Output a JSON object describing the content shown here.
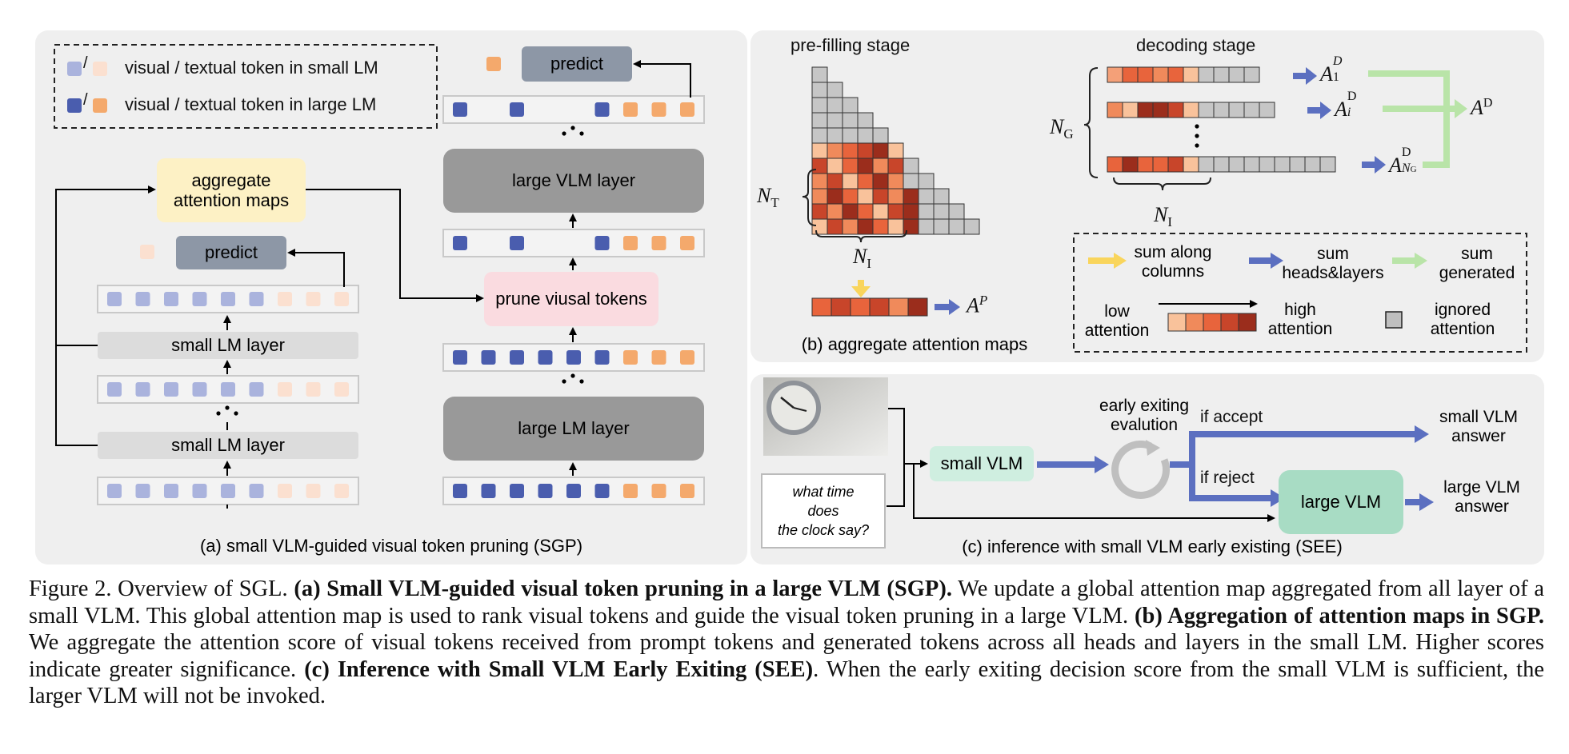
{
  "figure": {
    "panel_a": {
      "caption": "(a) small VLM-guided visual token pruning (SGP)",
      "legend": [
        {
          "label": "visual / textual token in small LM",
          "slash": "/"
        },
        {
          "label": "visual / textual token in large LM",
          "slash": "/"
        }
      ],
      "aggregate_box": "aggregate\nattention maps",
      "predict_small": "predict",
      "small_layer_top": "small LM layer",
      "small_layer_bottom": "small LM layer",
      "predict_large": "predict",
      "large_vlm_layer": "large VLM layer",
      "prune_box": "prune viusal tokens",
      "large_lm_layer": "large LM layer"
    },
    "panel_b": {
      "prefill_title": "pre-filling stage",
      "decode_title": "decoding stage",
      "caption": "(b) aggregate attention maps",
      "nt": "N",
      "nt_sub": "T",
      "ni": "N",
      "ni_sub": "I",
      "ng": "N",
      "ng_sub": "G",
      "ni2": "N",
      "ni2_sub": "I",
      "ap": "A",
      "ap_sup": "P",
      "a1d": "A",
      "a1d_sub": "1",
      "a1d_sup": "D",
      "aid": "A",
      "aid_sub": "i",
      "aid_sup": "D",
      "angd": "A",
      "angd_sub": "N",
      "angd_subsub": "G",
      "angd_sup": "D",
      "ad": "A",
      "ad_sup": "D",
      "legend": {
        "sum_cols": "sum along\ncolumns",
        "sum_heads": "sum\nheads&layers",
        "sum_gen": "sum\ngenerated",
        "low": "low\nattention",
        "high": "high\nattention",
        "ignored": "ignored\nattention"
      }
    },
    "panel_c": {
      "question": "what time\ndoes\nthe clock say?",
      "small_vlm": "small VLM",
      "early_exit": "early exiting\nevalution",
      "if_accept": "if accept",
      "if_reject": "if reject",
      "large_vlm": "large VLM",
      "small_answer": "small VLM\nanswer",
      "large_answer": "large VLM\nanswer",
      "caption": "(c)  inference with small VLM early existing (SEE)"
    },
    "colors": {
      "small_visual": "#aab3dd",
      "small_textual": "#fbe0d0",
      "large_visual": "#4a5dae",
      "large_textual": "#f4a96c",
      "aggregate_fill": "#fdf1c5",
      "prune_fill": "#fadbe0",
      "green_box": "#a8dcc4",
      "arrow_blue": "#5b6fc0",
      "arrow_yellow": "#f9d55c",
      "arrow_green": "#b9e4a8"
    }
  },
  "caption": {
    "prefix": "Figure 2. Overview of SGL. ",
    "b1": "(a) Small VLM-guided visual token pruning in a large VLM (SGP).",
    "t1": " We update a global attention map aggregated from all layer of a small VLM. This global attention map is used to rank visual tokens and guide the visual token pruning in a large VLM. ",
    "b2": "(b) Aggregation of attention maps in SGP.",
    "t2": " We aggregate the attention score of visual tokens received from prompt tokens and generated tokens across all heads and layers in the small LM. Higher scores indicate greater significance. ",
    "b3": "(c) Inference with Small VLM Early Exiting (SEE)",
    "t3": ". When the early exiting decision score from the small VLM is sufficient, the larger VLM will not be invoked."
  }
}
